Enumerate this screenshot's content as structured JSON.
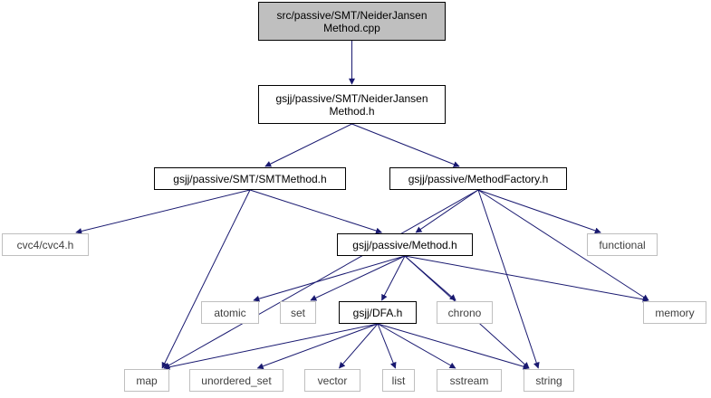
{
  "graph": {
    "nodes": [
      {
        "id": "n_src",
        "label": "src/passive/SMT/NeiderJansen\nMethod.cpp",
        "kind": "focus"
      },
      {
        "id": "n_njh",
        "label": "gsjj/passive/SMT/NeiderJansen\nMethod.h",
        "kind": "main"
      },
      {
        "id": "n_smt",
        "label": "gsjj/passive/SMT/SMTMethod.h",
        "kind": "main"
      },
      {
        "id": "n_fac",
        "label": "gsjj/passive/MethodFactory.h",
        "kind": "main"
      },
      {
        "id": "n_cvc",
        "label": "cvc4/cvc4.h",
        "kind": "sys"
      },
      {
        "id": "n_meth",
        "label": "gsjj/passive/Method.h",
        "kind": "main"
      },
      {
        "id": "n_func",
        "label": "functional",
        "kind": "sys"
      },
      {
        "id": "n_atomic",
        "label": "atomic",
        "kind": "sys"
      },
      {
        "id": "n_set",
        "label": "set",
        "kind": "sys"
      },
      {
        "id": "n_dfa",
        "label": "gsjj/DFA.h",
        "kind": "main"
      },
      {
        "id": "n_chrono",
        "label": "chrono",
        "kind": "sys"
      },
      {
        "id": "n_memory",
        "label": "memory",
        "kind": "sys"
      },
      {
        "id": "n_map",
        "label": "map",
        "kind": "sys"
      },
      {
        "id": "n_uset",
        "label": "unordered_set",
        "kind": "sys"
      },
      {
        "id": "n_vector",
        "label": "vector",
        "kind": "sys"
      },
      {
        "id": "n_list",
        "label": "list",
        "kind": "sys"
      },
      {
        "id": "n_sstream",
        "label": "sstream",
        "kind": "sys"
      },
      {
        "id": "n_string",
        "label": "string",
        "kind": "sys"
      }
    ],
    "edges": [
      [
        "n_src",
        "n_njh"
      ],
      [
        "n_njh",
        "n_smt"
      ],
      [
        "n_njh",
        "n_fac"
      ],
      [
        "n_smt",
        "n_cvc"
      ],
      [
        "n_smt",
        "n_map"
      ],
      [
        "n_smt",
        "n_meth"
      ],
      [
        "n_fac",
        "n_map"
      ],
      [
        "n_fac",
        "n_meth"
      ],
      [
        "n_fac",
        "n_func"
      ],
      [
        "n_fac",
        "n_memory"
      ],
      [
        "n_fac",
        "n_string"
      ],
      [
        "n_meth",
        "n_atomic"
      ],
      [
        "n_meth",
        "n_set"
      ],
      [
        "n_meth",
        "n_dfa"
      ],
      [
        "n_meth",
        "n_chrono"
      ],
      [
        "n_meth",
        "n_memory"
      ],
      [
        "n_meth",
        "n_string"
      ],
      [
        "n_dfa",
        "n_map"
      ],
      [
        "n_dfa",
        "n_uset"
      ],
      [
        "n_dfa",
        "n_vector"
      ],
      [
        "n_dfa",
        "n_list"
      ],
      [
        "n_dfa",
        "n_sstream"
      ],
      [
        "n_dfa",
        "n_string"
      ]
    ],
    "colors": {
      "edge": "#191970",
      "main_border": "#000000",
      "sys_border": "#bfbfbf",
      "sys_text": "#3f3f3f",
      "focus_fill": "#bfbfbf"
    }
  }
}
